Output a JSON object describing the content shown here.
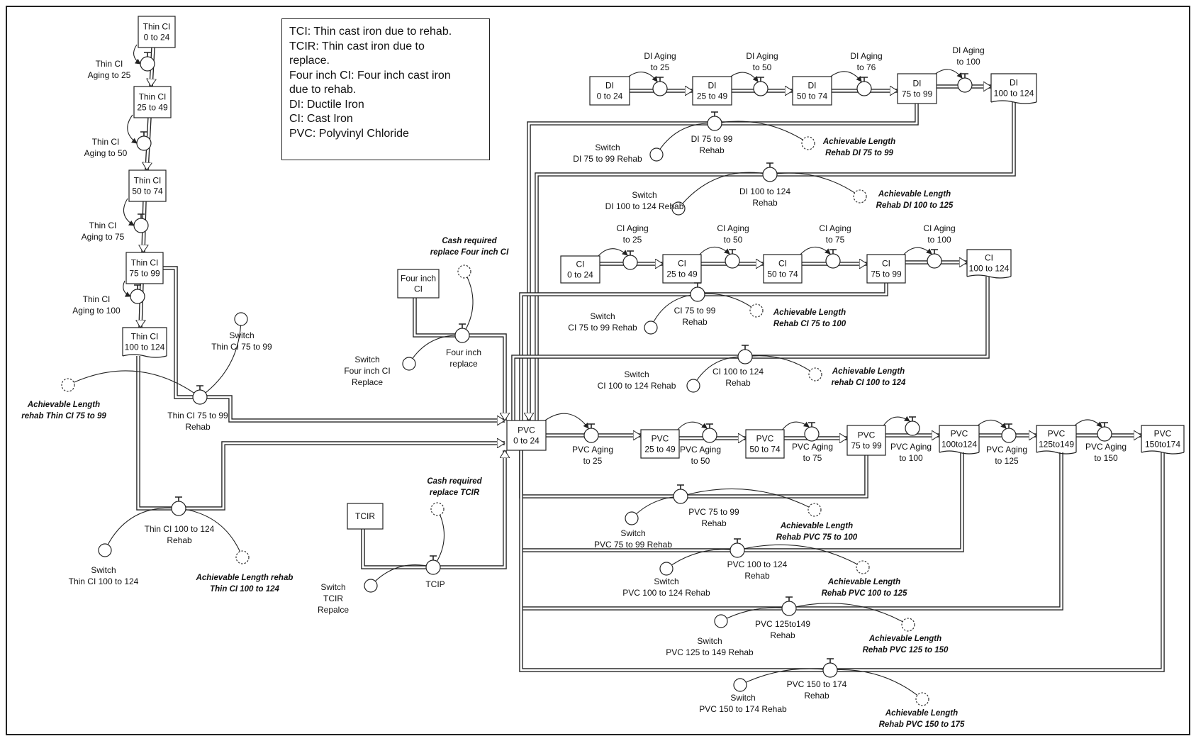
{
  "legend": [
    "TCI: Thin cast iron due to rehab.",
    "TCIR: Thin cast iron due to",
    "replace.",
    "Four inch CI: Four inch cast iron",
    "due to rehab.",
    "DI: Ductile Iron",
    "CI: Cast Iron",
    "PVC: Polyvinyl Chloride"
  ],
  "stocks": [
    {
      "id": "tci0",
      "lines": [
        "Thin CI",
        "0 to 24"
      ]
    },
    {
      "id": "tci25",
      "lines": [
        "Thin CI",
        "25 to 49"
      ]
    },
    {
      "id": "tci50",
      "lines": [
        "Thin CI",
        "50 to 74"
      ]
    },
    {
      "id": "tci75",
      "lines": [
        "Thin CI",
        "75 to 99"
      ]
    },
    {
      "id": "tci100",
      "lines": [
        "Thin CI",
        "100 to 124"
      ]
    },
    {
      "id": "four",
      "lines": [
        "Four inch",
        "CI"
      ]
    },
    {
      "id": "tcir",
      "lines": [
        "TCIR"
      ]
    },
    {
      "id": "di0",
      "lines": [
        "DI",
        "0 to 24"
      ]
    },
    {
      "id": "di25",
      "lines": [
        "DI",
        "25 to 49"
      ]
    },
    {
      "id": "di50",
      "lines": [
        "DI",
        "50 to 74"
      ]
    },
    {
      "id": "di75",
      "lines": [
        "DI",
        "75 to 99"
      ]
    },
    {
      "id": "di100",
      "lines": [
        "DI",
        "100 to 124"
      ]
    },
    {
      "id": "ci0",
      "lines": [
        "CI",
        "0 to 24"
      ]
    },
    {
      "id": "ci25",
      "lines": [
        "CI",
        "25 to 49"
      ]
    },
    {
      "id": "ci50",
      "lines": [
        "CI",
        "50 to 74"
      ]
    },
    {
      "id": "ci75",
      "lines": [
        "CI",
        "75 to 99"
      ]
    },
    {
      "id": "ci100",
      "lines": [
        "CI",
        "100 to 124"
      ]
    },
    {
      "id": "pvc0",
      "lines": [
        "PVC",
        "0 to 24"
      ]
    },
    {
      "id": "pvc25",
      "lines": [
        "PVC",
        "25 to 49"
      ]
    },
    {
      "id": "pvc50",
      "lines": [
        "PVC",
        "50 to 74"
      ]
    },
    {
      "id": "pvc75",
      "lines": [
        "PVC",
        "75 to 99"
      ]
    },
    {
      "id": "pvc100",
      "lines": [
        "PVC",
        "100to124"
      ]
    },
    {
      "id": "pvc125",
      "lines": [
        "PVC",
        "125to149"
      ]
    },
    {
      "id": "pvc150",
      "lines": [
        "PVC",
        "150to174"
      ]
    }
  ],
  "labels": [
    {
      "id": "tca25",
      "lines": [
        "Thin CI",
        "Aging to 25"
      ]
    },
    {
      "id": "tca50",
      "lines": [
        "Thin CI",
        "Aging to 50"
      ]
    },
    {
      "id": "tca75",
      "lines": [
        "Thin CI",
        "Aging to 75"
      ]
    },
    {
      "id": "tca100",
      "lines": [
        "Thin CI",
        "Aging to 100"
      ]
    },
    {
      "id": "sw_tci75",
      "lines": [
        "Switch",
        "Thin CI 75 to 99"
      ]
    },
    {
      "id": "ach_tci75",
      "lines": [
        "Achievable Length",
        "rehab Thin CI 75 to 99"
      ]
    },
    {
      "id": "f_tci75",
      "lines": [
        "Thin CI 75 to 99",
        "Rehab"
      ]
    },
    {
      "id": "f_tci100",
      "lines": [
        "Thin CI 100 to 124",
        "Rehab"
      ]
    },
    {
      "id": "sw_tci100",
      "lines": [
        "Switch",
        "Thin CI 100 to 124"
      ]
    },
    {
      "id": "ach_tci100",
      "lines": [
        "Achievable Length rehab",
        "Thin CI 100 to 124"
      ]
    },
    {
      "id": "cash_four",
      "lines": [
        "Cash required",
        "replace Four inch CI"
      ]
    },
    {
      "id": "sw_four",
      "lines": [
        "Switch",
        "Four inch CI",
        "Replace"
      ]
    },
    {
      "id": "f_four",
      "lines": [
        "Four inch",
        "replace"
      ]
    },
    {
      "id": "cash_tcir",
      "lines": [
        "Cash required",
        "replace TCIR"
      ]
    },
    {
      "id": "sw_tcir",
      "lines": [
        "Switch",
        "TCIR",
        "Repalce"
      ]
    },
    {
      "id": "f_tcip",
      "lines": [
        "TCIP"
      ]
    },
    {
      "id": "dia25",
      "lines": [
        "DI Aging",
        "to 25"
      ]
    },
    {
      "id": "dia50",
      "lines": [
        "DI Aging",
        "to 50"
      ]
    },
    {
      "id": "dia76",
      "lines": [
        "DI Aging",
        "to 76"
      ]
    },
    {
      "id": "dia100",
      "lines": [
        "DI Aging",
        "to 100"
      ]
    },
    {
      "id": "sw_di75",
      "lines": [
        "Switch",
        "DI 75 to 99 Rehab"
      ]
    },
    {
      "id": "f_di75",
      "lines": [
        "DI 75 to 99",
        "Rehab"
      ]
    },
    {
      "id": "ach_di75",
      "lines": [
        "Achievable  Length",
        "Rehab DI 75 to 99"
      ]
    },
    {
      "id": "sw_di100",
      "lines": [
        "Switch",
        "DI 100 to 124 Rehab"
      ]
    },
    {
      "id": "f_di100",
      "lines": [
        "DI 100 to 124",
        "Rehab"
      ]
    },
    {
      "id": "ach_di100",
      "lines": [
        "Achievable  Length",
        "Rehab DI 100 to 125"
      ]
    },
    {
      "id": "cia25",
      "lines": [
        "CI Aging",
        "to 25"
      ]
    },
    {
      "id": "cia50",
      "lines": [
        "CI Aging",
        "to 50"
      ]
    },
    {
      "id": "cia75",
      "lines": [
        "CI Aging",
        "to 75"
      ]
    },
    {
      "id": "cia100",
      "lines": [
        "CI Aging",
        "to 100"
      ]
    },
    {
      "id": "sw_ci75",
      "lines": [
        "Switch",
        "CI 75 to 99 Rehab"
      ]
    },
    {
      "id": "f_ci75",
      "lines": [
        "CI 75 to 99",
        "Rehab"
      ]
    },
    {
      "id": "ach_ci75",
      "lines": [
        "Achievable  Length",
        "Rehab CI  75 to 100"
      ]
    },
    {
      "id": "sw_ci100",
      "lines": [
        "Switch",
        "CI 100 to 124 Rehab"
      ]
    },
    {
      "id": "f_ci100",
      "lines": [
        "CI 100 to 124",
        "Rehab"
      ]
    },
    {
      "id": "ach_ci100",
      "lines": [
        "Achievable Length",
        "rehab CI 100 to 124"
      ]
    },
    {
      "id": "pa25",
      "lines": [
        "PVC Aging",
        "to 25"
      ]
    },
    {
      "id": "pa50",
      "lines": [
        "PVC Aging",
        "to 50"
      ]
    },
    {
      "id": "pa75",
      "lines": [
        "PVC Aging",
        "to 75"
      ]
    },
    {
      "id": "pa100",
      "lines": [
        "PVC Aging",
        "to 100"
      ]
    },
    {
      "id": "pa125",
      "lines": [
        "PVC Aging",
        "to 125"
      ]
    },
    {
      "id": "pa150",
      "lines": [
        "PVC Aging",
        "to 150"
      ]
    },
    {
      "id": "sw_pvc75",
      "lines": [
        "Switch",
        "PVC 75 to 99 Rehab"
      ]
    },
    {
      "id": "f_pvc75",
      "lines": [
        "PVC 75 to 99",
        "Rehab"
      ]
    },
    {
      "id": "ach_pvc75",
      "lines": [
        "Achievable  Length",
        "Rehab PVC 75 to 100"
      ]
    },
    {
      "id": "f_pvc100",
      "lines": [
        "PVC 100 to 124",
        "Rehab"
      ]
    },
    {
      "id": "sw_pvc100",
      "lines": [
        "Switch",
        "PVC 100 to 124 Rehab"
      ]
    },
    {
      "id": "ach_pvc100",
      "lines": [
        "Achievable  Length",
        "Rehab PVC 100 to 125"
      ]
    },
    {
      "id": "f_pvc125",
      "lines": [
        "PVC 125to149",
        "Rehab"
      ]
    },
    {
      "id": "sw_pvc125",
      "lines": [
        "Switch",
        "PVC 125 to 149 Rehab"
      ]
    },
    {
      "id": "ach_pvc125",
      "lines": [
        "Achievable  Length",
        "Rehab PVC 125 to 150"
      ]
    },
    {
      "id": "f_pvc150",
      "lines": [
        "PVC 150 to 174",
        "Rehab"
      ]
    },
    {
      "id": "sw_pvc150",
      "lines": [
        "Switch",
        "PVC 150 to 174 Rehab"
      ]
    },
    {
      "id": "ach_pvc150",
      "lines": [
        "Achievable  Length",
        "Rehab PVC 150 to 175"
      ]
    }
  ]
}
